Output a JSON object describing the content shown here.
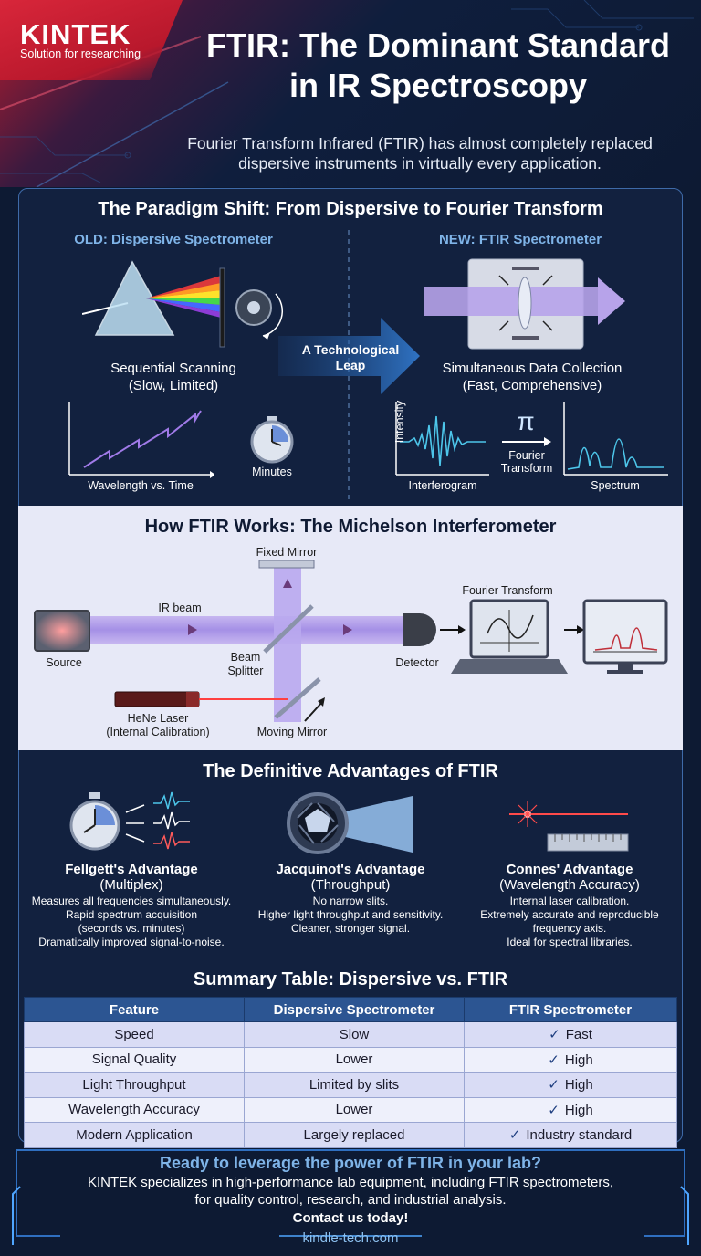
{
  "brand": {
    "name": "KINTEK",
    "tagline": "Solution for researching"
  },
  "header": {
    "title_line1": "FTIR: The Dominant Standard",
    "title_line2": "in IR Spectroscopy",
    "subtitle_line1": "Fourier Transform Infrared (FTIR) has almost completely replaced",
    "subtitle_line2": "dispersive instruments in virtually every application."
  },
  "paradigm": {
    "title": "The Paradigm Shift: From Dispersive to Fourier Transform",
    "old_heading": "OLD: Dispersive Spectrometer",
    "new_heading": "NEW: FTIR Spectrometer",
    "leap_line1": "A Technological",
    "leap_line2": "Leap",
    "old_caption_line1": "Sequential Scanning",
    "old_caption_line2": "(Slow, Limited)",
    "new_caption_line1": "Simultaneous Data Collection",
    "new_caption_line2": "(Fast, Comprehensive)",
    "old_graph_label": "Wavelength vs. Time",
    "minutes_label": "Minutes",
    "intensity_label": "Intensity",
    "interferogram_label": "Interferogram",
    "pi_symbol": "π",
    "fourier_line1": "Fourier",
    "fourier_line2": "Transform",
    "spectrum_label": "Spectrum"
  },
  "michelson": {
    "title": "How FTIR Works: The Michelson Interferometer",
    "fixed_mirror": "Fixed Mirror",
    "ir_beam": "IR beam",
    "source": "Source",
    "beam_line1": "Beam",
    "beam_line2": "Splitter",
    "detector": "Detector",
    "fourier_transform": "Fourier Transform",
    "laser_line1": "HeNe Laser",
    "laser_line2": "(Internal Calibration)",
    "moving_mirror": "Moving Mirror"
  },
  "advantages": {
    "title": "The Definitive Advantages of FTIR",
    "items": [
      {
        "name": "Fellgett's Advantage",
        "sub": "(Multiplex)",
        "lines": [
          "Measures all frequencies simultaneously.",
          "Rapid spectrum acquisition",
          "(seconds vs. minutes)",
          "Dramatically improved signal-to-noise."
        ]
      },
      {
        "name": "Jacquinot's Advantage",
        "sub": "(Throughput)",
        "lines": [
          "No narrow slits.",
          "Higher light throughput and sensitivity.",
          "Cleaner, stronger signal."
        ]
      },
      {
        "name": "Connes' Advantage",
        "sub": "(Wavelength Accuracy)",
        "lines": [
          "Internal laser calibration.",
          "Extremely accurate and reproducible",
          "frequency axis.",
          "Ideal for spectral libraries."
        ]
      }
    ]
  },
  "summary": {
    "title": "Summary Table: Dispersive vs. FTIR",
    "headers": [
      "Feature",
      "Dispersive Spectrometer",
      "FTIR Spectrometer"
    ],
    "rows": [
      [
        "Speed",
        "Slow",
        "Fast"
      ],
      [
        "Signal Quality",
        "Lower",
        "High"
      ],
      [
        "Light Throughput",
        "Limited by slits",
        "High"
      ],
      [
        "Wavelength Accuracy",
        "Lower",
        "High"
      ],
      [
        "Modern Application",
        "Largely replaced",
        "Industry standard"
      ]
    ],
    "check": "✓"
  },
  "cta": {
    "heading": "Ready to leverage the power of FTIR in your lab?",
    "body_line1": "KINTEK specializes in high-performance lab equipment, including FTIR spectrometers,",
    "body_line2": "for quality control, research, and industrial analysis.",
    "contact": "Contact us today!",
    "link": "kindle-tech.com"
  },
  "colors": {
    "accent": "#7fb4e8",
    "brand_red": "#d8263a",
    "table_header": "#2c5592",
    "navy": "#0d1a33"
  }
}
